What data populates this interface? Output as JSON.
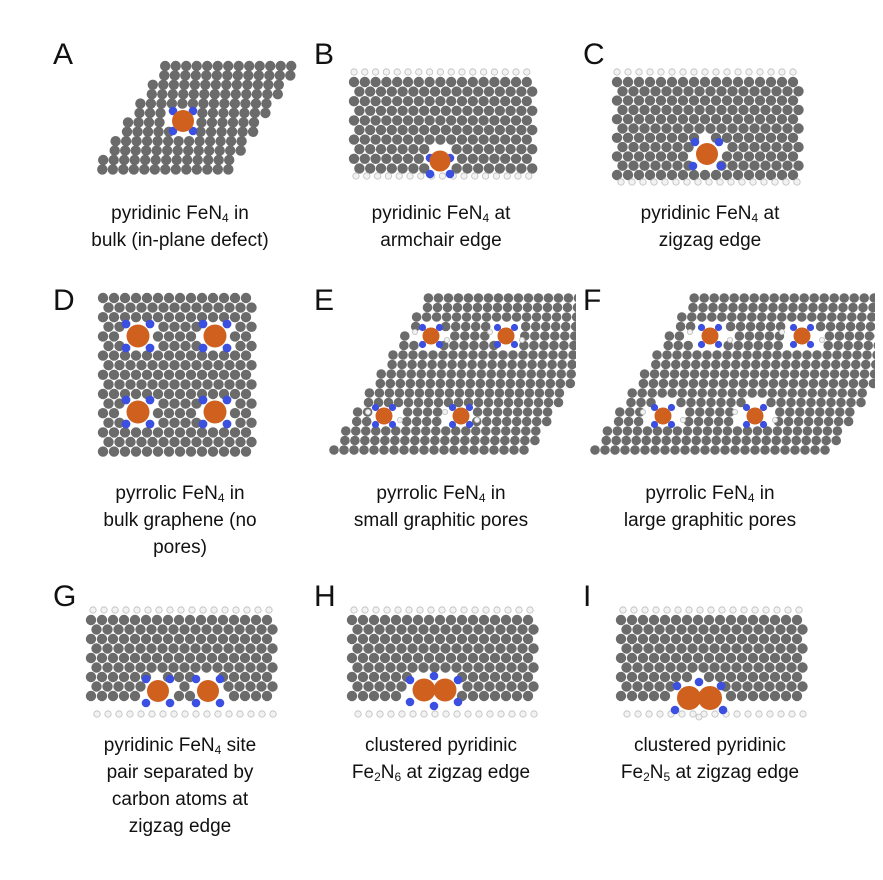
{
  "panels": [
    {
      "letter": "A",
      "caption": [
        "pyridinic FeN₄ in",
        "bulk (in-plane defect)"
      ]
    },
    {
      "letter": "B",
      "caption": [
        "pyridinic FeN₄ at",
        "armchair edge"
      ]
    },
    {
      "letter": "C",
      "caption": [
        "pyridinic FeN₄ at",
        "zigzag edge"
      ]
    },
    {
      "letter": "D",
      "caption": [
        "pyrrolic FeN₄ in",
        "bulk graphene (no",
        "pores)"
      ]
    },
    {
      "letter": "E",
      "caption": [
        "pyrrolic FeN₄ in",
        "small graphitic pores"
      ]
    },
    {
      "letter": "F",
      "caption": [
        "pyrrolic FeN₄ in",
        "large graphitic pores"
      ]
    },
    {
      "letter": "G",
      "caption": [
        "pyridinic FeN₄ site",
        "pair separated by",
        "carbon atoms at",
        "zigzag edge"
      ]
    },
    {
      "letter": "H",
      "caption": [
        "clustered pyridinic",
        "Fe₂N₆ at zigzag edge"
      ]
    },
    {
      "letter": "I",
      "caption": [
        "clustered pyridinic",
        "Fe₂N₅ at zigzag edge"
      ]
    }
  ],
  "colors": {
    "carbon": "#6b6b6b",
    "nitrogen": "#3b4fe0",
    "iron": "#d0601e",
    "hydrogen": "#f2f2f2"
  }
}
